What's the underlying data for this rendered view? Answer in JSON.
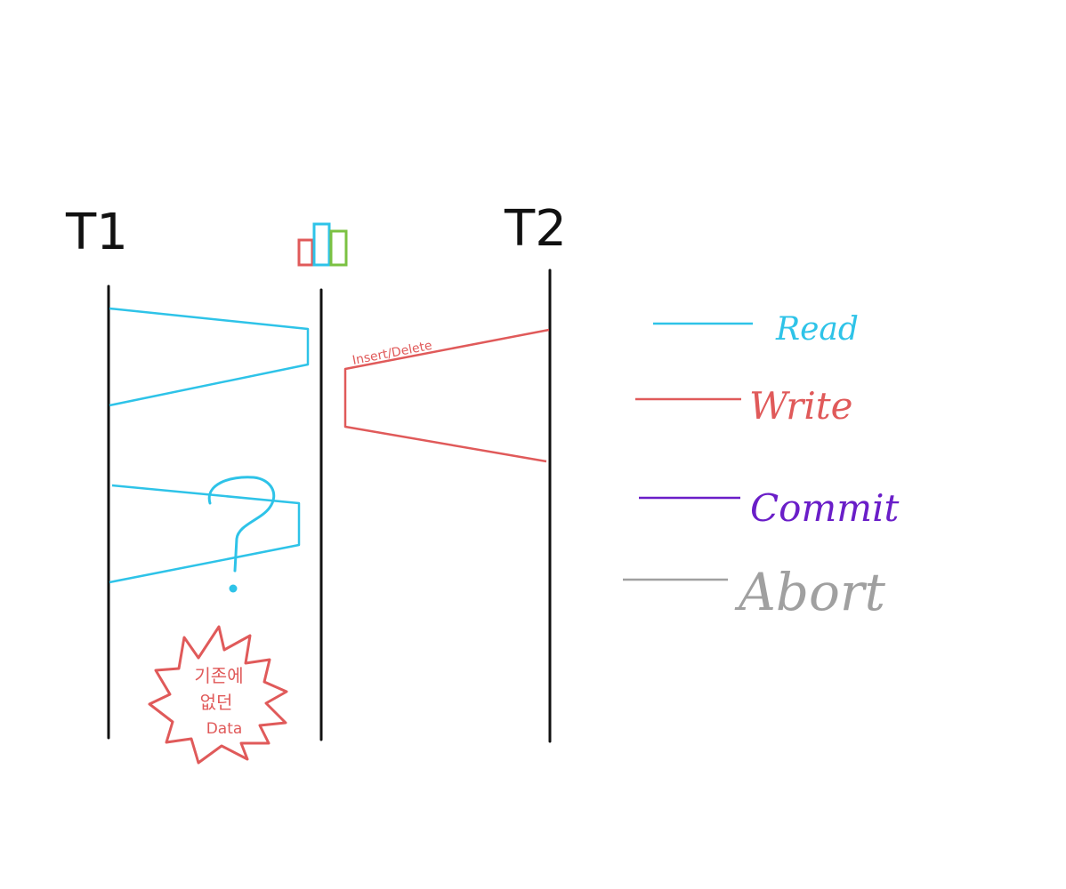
{
  "diagram": {
    "transactions": {
      "t1": "T1",
      "t2": "T2"
    },
    "annotation": {
      "insert_delete": "Insert/Delete",
      "question_mark": "?",
      "burst_line1": "기존에",
      "burst_line2": "없던",
      "burst_line3": "Data"
    },
    "legend": [
      {
        "label": "Read",
        "color": "#2ec3e8"
      },
      {
        "label": "Write",
        "color": "#e05a5a"
      },
      {
        "label": "Commit",
        "color": "#6a1ec8"
      },
      {
        "label": "Abort",
        "color": "#a0a0a0"
      }
    ],
    "icon": "database-bars-icon"
  }
}
